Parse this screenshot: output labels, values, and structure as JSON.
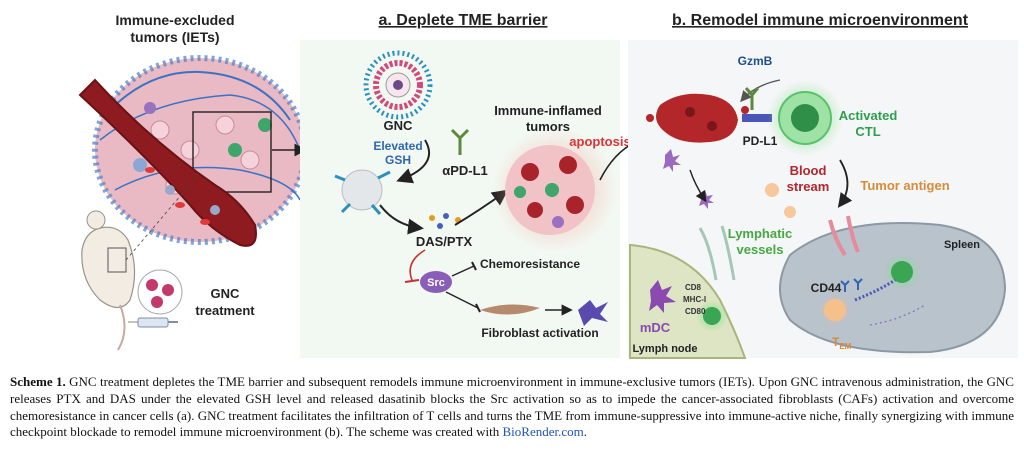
{
  "diagram": {
    "left": {
      "title_line1": "Immune-excluded",
      "title_line2": "tumors (IETs)",
      "gnc_line1": "GNC",
      "gnc_line2": "treatment"
    },
    "panel_a": {
      "title": "a.  Deplete TME barrier",
      "gnc": "GNC",
      "elevated_line1": "Elevated",
      "elevated_line2": "GSH",
      "apdl1": "αPD-L1",
      "inflamed_line1": "Immune-inflamed",
      "inflamed_line2": "tumors",
      "apoptosis": "apoptosis",
      "das_ptx": "DAS/PTX",
      "chemoresistance": "Chemoresistance",
      "src": "Src",
      "fibroblast": "Fibroblast activation"
    },
    "panel_b": {
      "title": "b.  Remodel immune microenvironment",
      "gzmb": "GzmB",
      "pdl1": "PD-L1",
      "activated_line1": "Activated",
      "activated_line2": "CTL",
      "blood_line1": "Blood",
      "blood_line2": "stream",
      "tumor_antigen": "Tumor antigen",
      "lymph_line1": "Lymphatic",
      "lymph_line2": "vessels",
      "spleen": "Spleen",
      "cd44": "CD44",
      "cd8": "CD8",
      "mhc": "MHC-I",
      "cd80": "CD80",
      "mdc": "mDC",
      "lymph_node": "Lymph node",
      "tem": "T",
      "tem_sub": "EM"
    }
  },
  "caption": {
    "lead": "Scheme 1.",
    "text": " GNC treatment depletes the TME barrier and subsequent remodels immune microenvironment in immune-exclusive tumors (IETs). Upon GNC intravenous administration, the GNC releases PTX and DAS under the elevated GSH level and released dasatinib blocks the Src activation so as to impede the cancer-associated fibroblasts (CAFs) activation and overcome chemoresistance in cancer cells (a). GNC treatment facilitates the infiltration of T cells and turns the TME from immune-suppressive into immune-active niche, finally synergizing with immune checkpoint blockade to remodel immune microenvironment (b). The scheme was created with ",
    "link": "BioRender.com",
    "end": "."
  },
  "colors": {
    "panel_a_bg": "#f2f8f2",
    "panel_b_bg": "#f5f6f7",
    "tumor_red": "#b3262a",
    "title_blue": "#1f4e8c",
    "ctl_green": "#2e9e4d",
    "lymph_green": "#46a843",
    "antigen_orange": "#d98a3a",
    "apoptosis_red": "#d83434"
  }
}
